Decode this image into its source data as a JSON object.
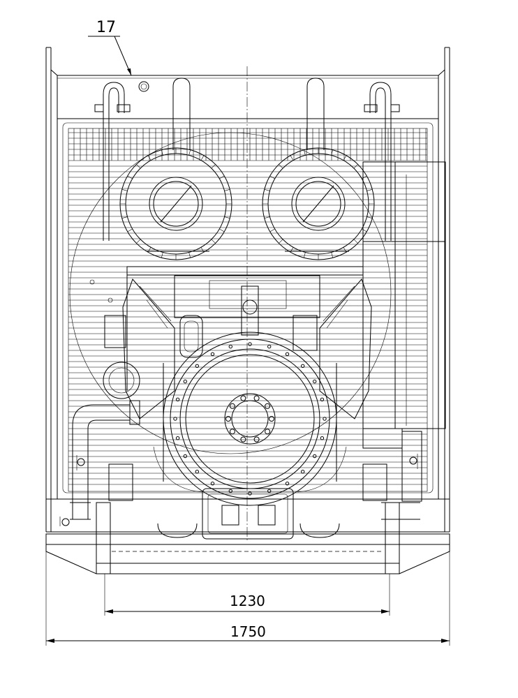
{
  "callout": {
    "label": "17"
  },
  "dimensions": {
    "inner_width": "1230",
    "overall_width": "1750"
  }
}
